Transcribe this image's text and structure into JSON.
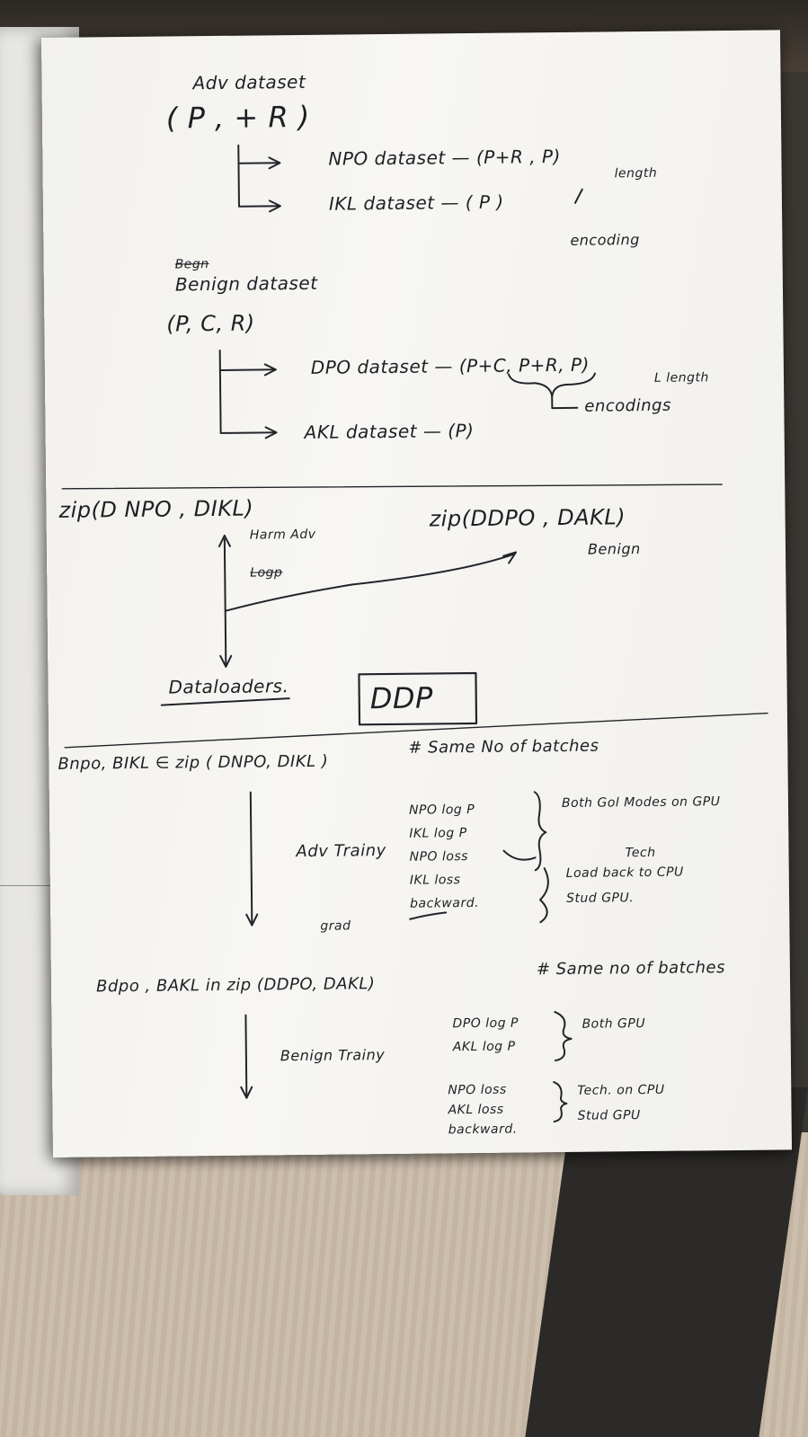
{
  "notes": {
    "adv_section": {
      "title": "Adv dataset",
      "tuple": "( P , + R )",
      "npo_line": "NPO dataset — (P+R , P)",
      "npo_note": "length",
      "ikl_line": "IKL dataset — ( P )",
      "ikl_note": "encoding"
    },
    "benign_section": {
      "struck": "Begn",
      "title": "Benign dataset",
      "tuple": "(P, C, R)",
      "dpo_line": "DPO dataset — (P+C, P+R, P)",
      "dpo_note": "L length",
      "enc_note": "encodings",
      "akl_line": "AKL dataset — (P)"
    },
    "zip_section": {
      "zip_left": "zip(D NPO , DIKL)",
      "zip_left_note": "Harm Adv",
      "zip_left_struck": "Logp",
      "zip_right": "zip(DDPO , DAKL)",
      "zip_right_note": "Benign",
      "dataloaders": "Dataloaders.",
      "ddp": "DDP"
    },
    "training": {
      "adv_loop": "Bnpo, BIKL ∈ zip ( DNPO, DIKL )",
      "adv_comment": "# Same No of batches",
      "adv_label": "Adv Trainy",
      "adv_steps": [
        "NPO log P",
        "IKL log P",
        "NPO loss",
        "IKL loss",
        "backward."
      ],
      "adv_side_1": "Both Gol Modes on GPU",
      "adv_side_tech": "Tech",
      "adv_side_2": "Load back to CPU",
      "adv_side_3": "Stud GPU.",
      "adv_grad": "grad",
      "benign_loop": "Bdpo , BAKL in zip (DDPO, DAKL)",
      "benign_comment": "# Same no of batches",
      "benign_label": "Benign Trainy",
      "benign_steps_a": [
        "DPO log P",
        "AKL log P"
      ],
      "benign_side_a": "Both GPU",
      "benign_steps_b": [
        "NPO loss",
        "AKL loss",
        "backward."
      ],
      "benign_side_b1": "Tech. on CPU",
      "benign_side_b2": "Stud GPU"
    }
  }
}
